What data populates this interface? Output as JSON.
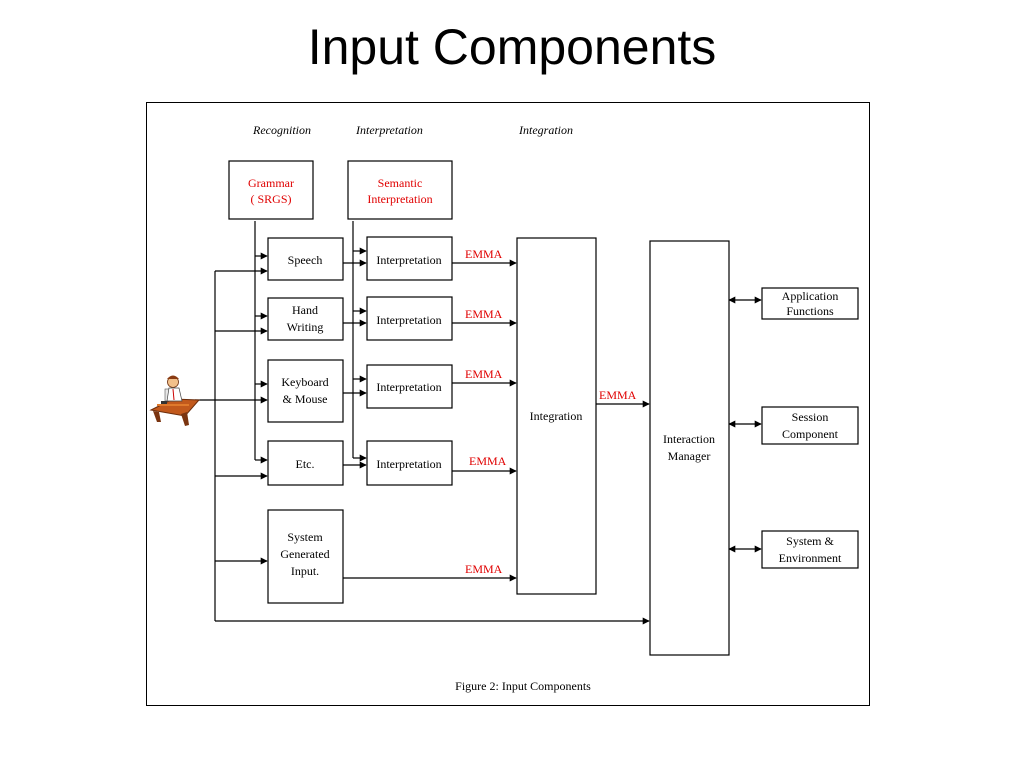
{
  "slide": {
    "title": "Input Components"
  },
  "figure": {
    "caption": "Figure 2: Input Components",
    "stage_headers": {
      "recognition": "Recognition",
      "interpretation": "Interpretation",
      "integration": "Integration"
    },
    "grammar": {
      "line1": "Grammar",
      "line2": "( SRGS)"
    },
    "semantic": {
      "line1": "Semantic",
      "line2": "Interpretation"
    },
    "inputs": {
      "speech": "Speech",
      "handwriting": {
        "line1": "Hand",
        "line2": "Writing"
      },
      "keyboard": {
        "line1": "Keyboard",
        "line2": "& Mouse"
      },
      "etc": "Etc.",
      "system_generated": {
        "line1": "System",
        "line2": "Generated",
        "line3": "Input."
      }
    },
    "interpretation_label": "Interpretation",
    "emma_label": "EMMA",
    "integration_label": "Integration",
    "interaction_manager": {
      "line1": "Interaction",
      "line2": "Manager"
    },
    "outputs": {
      "application": {
        "line1": "Application",
        "line2": "Functions"
      },
      "session": {
        "line1": "Session",
        "line2": "Component"
      },
      "system_env": {
        "line1": "System &",
        "line2": "Environment"
      }
    },
    "colors": {
      "red_text": "#e00000",
      "line": "#000000"
    },
    "user_icon": "person-at-desk-icon"
  }
}
